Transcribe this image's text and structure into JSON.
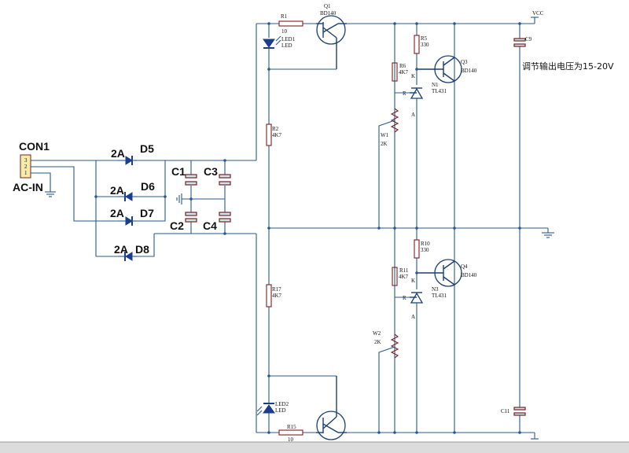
{
  "connector": {
    "ref": "CON1",
    "name": "AC-IN",
    "pins": [
      "3",
      "2",
      "1"
    ]
  },
  "bridge": [
    {
      "ref": "D5",
      "rating": "2A"
    },
    {
      "ref": "D6",
      "rating": "2A"
    },
    {
      "ref": "D7",
      "rating": "2A"
    },
    {
      "ref": "D8",
      "rating": "2A"
    }
  ],
  "filter_caps": [
    "C1",
    "C3",
    "C2",
    "C4"
  ],
  "upper": {
    "r1": {
      "ref": "R1",
      "value": "10"
    },
    "led1": {
      "ref": "LED1",
      "type": "LED"
    },
    "q1": {
      "ref": "Q1",
      "part": "BD140"
    },
    "r2": {
      "ref": "R2",
      "value": "4K7"
    },
    "r5": {
      "ref": "R5",
      "value": "330"
    },
    "r6": {
      "ref": "R6",
      "value": "4K7"
    },
    "q3": {
      "ref": "Q3",
      "part": "BD140"
    },
    "n1": {
      "ref": "N1",
      "part": "TL431"
    },
    "w1": {
      "ref": "W1",
      "value": "2K"
    },
    "c9": {
      "ref": "C9"
    },
    "vcc": "VCC"
  },
  "lower": {
    "r10": {
      "ref": "R10",
      "value": "330"
    },
    "r11": {
      "ref": "R11",
      "value": "4K7"
    },
    "q4": {
      "ref": "Q4",
      "part": "BD140"
    },
    "n3": {
      "ref": "N3",
      "part": "TL431"
    },
    "w2": {
      "ref": "W2",
      "value": "2K"
    },
    "r17": {
      "ref": "R17",
      "value": "4K7"
    },
    "led2": {
      "ref": "LED2",
      "type": "LED"
    },
    "r15": {
      "ref": "R15",
      "value": "10"
    },
    "c11": {
      "ref": "C11"
    }
  },
  "pin_letters": {
    "k": "K",
    "r": "R",
    "a": "A"
  },
  "note": "调节输出电压为15-20V"
}
